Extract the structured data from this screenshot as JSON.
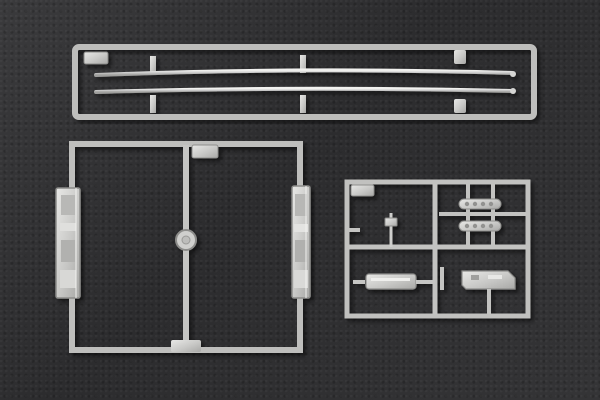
{
  "scene": {
    "colors": {
      "background": "#303032",
      "plastic": "#c9c9c7",
      "plastic_shadow": "#8f8f8d",
      "plastic_highlight": "#ececea"
    },
    "objects": [
      "top-rail-sprue",
      "rectangular-tall-sprue",
      "small-parts-sprue"
    ]
  }
}
